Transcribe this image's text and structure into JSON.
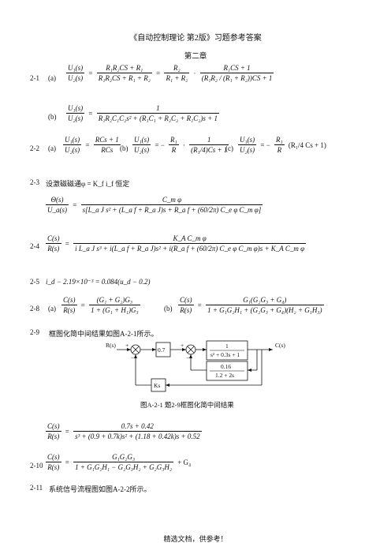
{
  "header": {
    "title": "《自动控制理论 第2版》习题参考答案",
    "chapter": "第二章"
  },
  "problems": {
    "p2_1": {
      "num": "2-1",
      "a_label": "(a)",
      "a_lhs_num": "U₁(s)",
      "a_lhs_den": "U₂(s)",
      "a_f1_num": "R₁R₂CS + R₁",
      "a_f1_den": "R₁R₂CS + R₁ + R₂",
      "a_f2_num": "R₂",
      "a_f2_den": "R₁ + R₂",
      "a_f3_num": "R₁CS + 1",
      "a_f3_den": "(R₁R₂ / (R₁ + R₂))CS + 1",
      "b_label": "(b)",
      "b_lhs_num": "U₁(s)",
      "b_lhs_den": "U₂(s)",
      "b_rhs_num": "1",
      "b_rhs_den": "R₁R₂C₁C₂s² + (R₁C₁ + R₂C₂ + R₁C₂)s + 1"
    },
    "p2_2": {
      "num": "2-2",
      "a_label": "(a)",
      "a_lhs_num": "U₁(s)",
      "a_lhs_den": "U₂(s)",
      "a_rhs_num": "RCs + 1",
      "a_rhs_den": "RCs",
      "b_label": "(b)",
      "b_lhs_num": "U₁(s)",
      "b_lhs_den": "U₂(s)",
      "b_pre_num": "R₁",
      "b_pre_den": "R",
      "b_rhs_num": "1",
      "b_rhs_den": "(R₁/4)Cs + 1",
      "c_label": "(c)",
      "c_lhs_num": "U₁(s)",
      "c_lhs_den": "U₂(s)",
      "c_pre_num": "R₁",
      "c_pre_den": "R",
      "c_rhs": "(R₁/4 Cs + 1)"
    },
    "p2_3": {
      "num": "2-3",
      "text": "设激磁磁通φ = K_f i_f 恒定",
      "lhs_num": "Θ(s)",
      "lhs_den": "U_a(s)",
      "rhs_num": "C_m φ",
      "rhs_den": "s[L_a J s² + (L_a f + R_a J)s + R_a f + (60/2π) C_e φ C_m φ]"
    },
    "p2_4": {
      "num": "2-4",
      "lhs_num": "C(s)",
      "lhs_den": "R(s)",
      "rhs_num": "K_A C_m φ",
      "rhs_den": "i L_a J s³ + i(L_a f + R_a J)s² + i(R_a f + (60/2π) C_e φ C_m φ)s + K_A C_m φ"
    },
    "p2_5": {
      "num": "2-5",
      "eq": "i_d − 2.19×10⁻³ = 0.084(u_d − 0.2)"
    },
    "p2_8": {
      "num": "2-8",
      "a_label": "(a)",
      "a_lhs_num": "C(s)",
      "a_lhs_den": "R(s)",
      "a_rhs_num": "(G₁ + G₂)G₃",
      "a_rhs_den": "1 + (G₁ + H₁)G₃",
      "b_label": "(b)",
      "b_lhs_num": "C(s)",
      "b_lhs_den": "R(s)",
      "b_rhs_num": "G₁(G₂G₃ + G₄)",
      "b_rhs_den": "1 + G₁G₂H₁ + (G₂G₃ + G₄)(H₂ + G₁H₃)"
    },
    "p2_9": {
      "num": "2-9",
      "text": "框图化简中间结果如图A-2-1所示。",
      "diagram": {
        "input": "R(s)",
        "output": "C(s)",
        "gain": "0.7",
        "feedback_block": "Ks",
        "block1_num": "1",
        "block1_den": "s² + 0.3s + 1",
        "block2_num": "0.16",
        "block2_den": "1.2 + 2s",
        "plus": "+",
        "minus": "−"
      },
      "caption": "图A-2-1 题2-9框图化简中间结果",
      "lhs_num": "C(s)",
      "lhs_den": "R(s)",
      "rhs_num": "0.7s + 0.42",
      "rhs_den": "s³ + (0.9 + 0.7k)s² + (1.18 + 0.42k)s + 0.52"
    },
    "p2_10": {
      "num": "2-10",
      "lhs_num": "C(s)",
      "lhs_den": "R(s)",
      "rhs_num": "G₁G₂G₃",
      "rhs_den": "1 + G₁G₂H₁ − G₂G₃H₂ + G₂G₃H₂",
      "tail": "+ G₄"
    },
    "p2_11": {
      "num": "2-11",
      "text": "系统信号流程图如图A-2-2所示。"
    }
  },
  "footer": "精选文档，供参考！"
}
